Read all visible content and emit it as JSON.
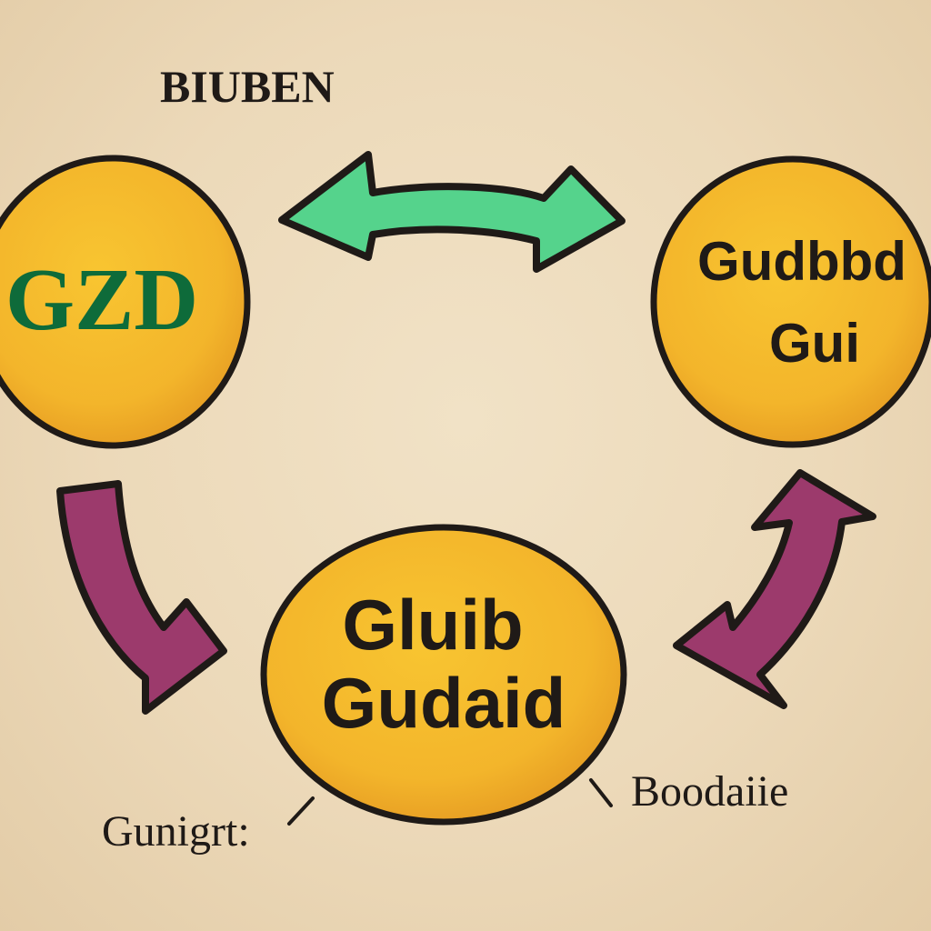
{
  "title": "BIUBEN",
  "nodes": {
    "left": {
      "text": "GZD",
      "text_color": "#0e6b3a"
    },
    "right": {
      "line1": "Gudbbd",
      "line2": "Gui"
    },
    "bottom": {
      "line1": "Gluib",
      "line2": "Gudaid"
    }
  },
  "labels": {
    "bottom_left": "Gunigrt:",
    "bottom_right": "Boodaiie"
  },
  "colors": {
    "background": "#ecd9b9",
    "circle_fill": "#f4b92c",
    "circle_outline": "#1f1a17",
    "arrow_green": "#55d38c",
    "arrow_purple": "#9c3a6c"
  }
}
